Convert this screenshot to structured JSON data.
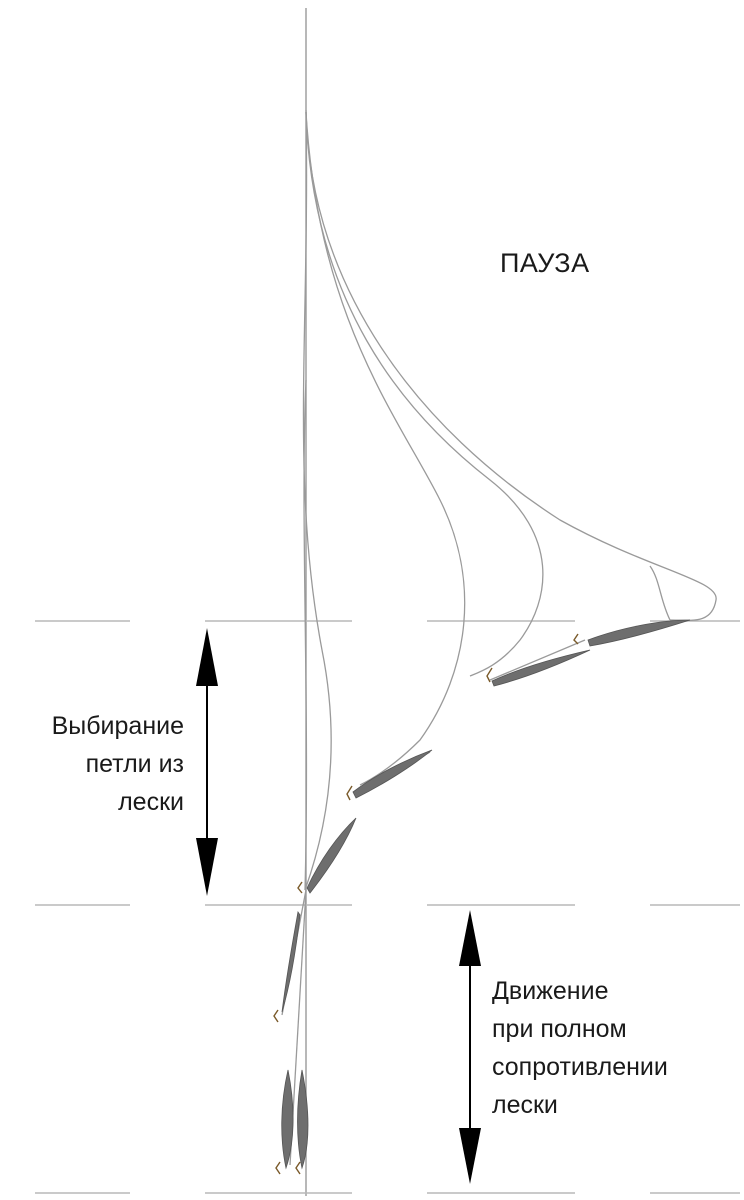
{
  "title": "ПАУЗА",
  "left_annotation": {
    "lines": [
      "Выбирание",
      "петли из",
      "лески"
    ]
  },
  "right_annotation": {
    "lines": [
      "Движение",
      "при полном",
      "сопротивлении",
      "лески"
    ]
  },
  "colors": {
    "line": "#9a9a9a",
    "dash": "#b8b8b8",
    "lure": "#6e6e6e",
    "arrow": "#000000",
    "text": "#1a1a1a"
  }
}
